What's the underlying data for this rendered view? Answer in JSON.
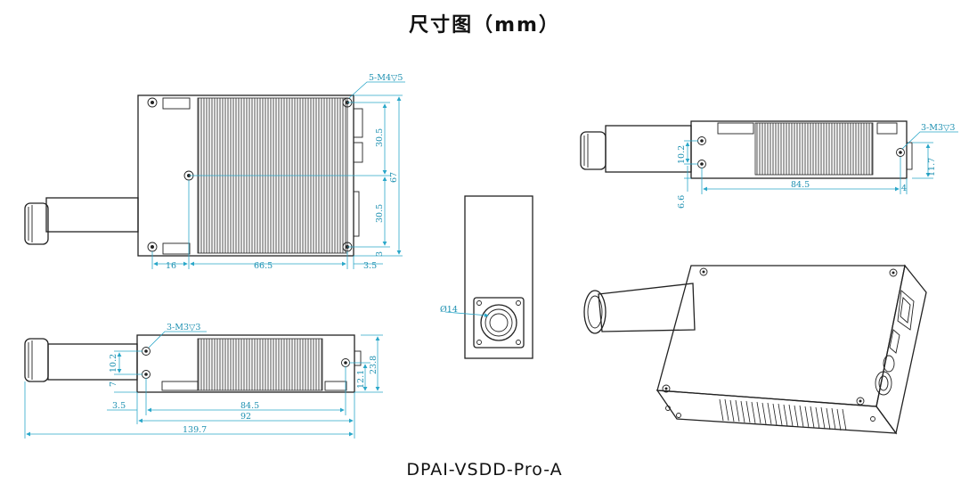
{
  "title": "尺寸图（mm）",
  "model": "DPAI-VSDD-Pro-A",
  "colors": {
    "outline": "#222222",
    "dimension": "#2aa7c9",
    "dimension_text": "#1b8fb0",
    "background": "#ffffff"
  },
  "top_view": {
    "hole_callout": "5-M4▽5",
    "dims": {
      "w16": "16",
      "w66_5": "66.5",
      "w3_5": "3.5",
      "h30_5_a": "30.5",
      "h30_5_b": "30.5",
      "h67": "67",
      "h3": "3"
    }
  },
  "side_right": {
    "hole_callout": "3-M3▽3",
    "dims": {
      "h10_2": "10.2",
      "h6_6": "6.6",
      "w84_5": "84.5",
      "w4": "4",
      "h11_7": "11.7"
    }
  },
  "side_left": {
    "hole_callout": "3-M3▽3",
    "dims": {
      "h10_2": "10.2",
      "h7": "7",
      "w3_5": "3.5",
      "w84_5": "84.5",
      "w92": "92",
      "w139_7": "139.7",
      "h12_1": "12.1",
      "h23_8": "23.8"
    }
  },
  "front_view": {
    "diameter": "Ø14"
  }
}
